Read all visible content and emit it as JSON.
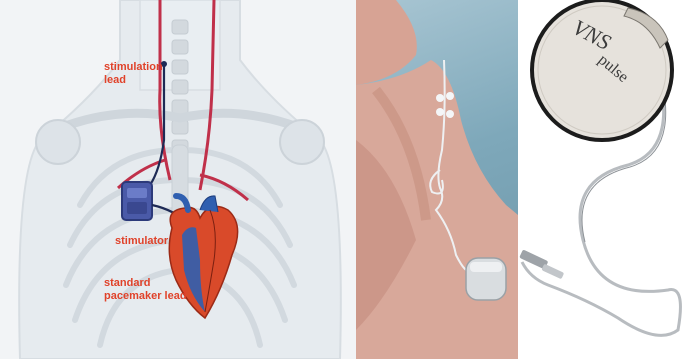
{
  "panels": {
    "diagram": {
      "labels": {
        "stimulation_lead": "stimulation\nlead",
        "stimulator": "stimulator",
        "pacemaker_lead": "standard\npacemaker lead"
      },
      "colors": {
        "label": "#e0422a",
        "artery": "#c0304a",
        "heart_red": "#d94a2a",
        "heart_blue": "#2f5fb0",
        "device": "#4a5aa8"
      }
    },
    "photo": {
      "colors": {
        "backdrop": "#7ea8ba",
        "skin": "#d8a89a"
      }
    },
    "device": {
      "brand": "VNS",
      "model": "pulse",
      "colors": {
        "casing": "#e6e2dc",
        "lead": "#b8bcc0"
      }
    }
  }
}
